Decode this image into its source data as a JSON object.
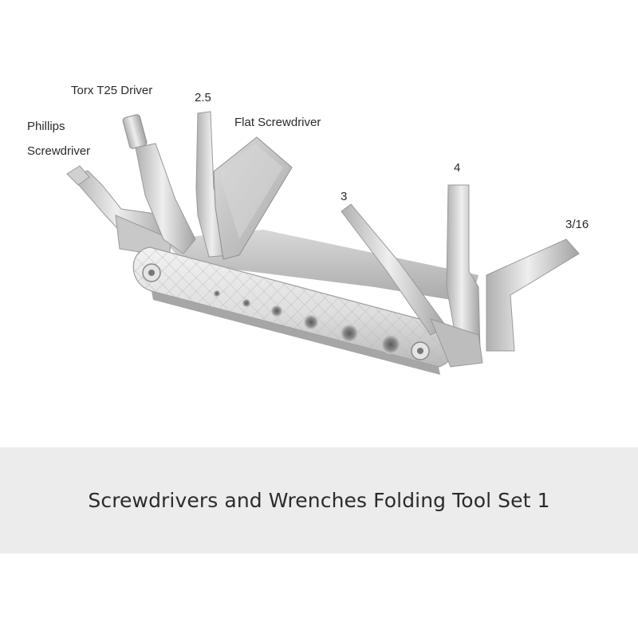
{
  "labels": {
    "phillips_line1": "Phillips",
    "phillips_line2": "Screwdriver",
    "torx": "Torx T25 Driver",
    "hex_2_5": "2.5",
    "flat": "Flat Screwdriver",
    "hex_3": "3",
    "hex_4": "4",
    "hex_3_16": "3/16"
  },
  "caption": {
    "text": "Screwdrivers and Wrenches Folding Tool Set 1",
    "background": "#ececec"
  },
  "colors": {
    "metal_light": "#e6e6e6",
    "metal_mid": "#c4c4c4",
    "metal_dark": "#8e8e8e"
  }
}
